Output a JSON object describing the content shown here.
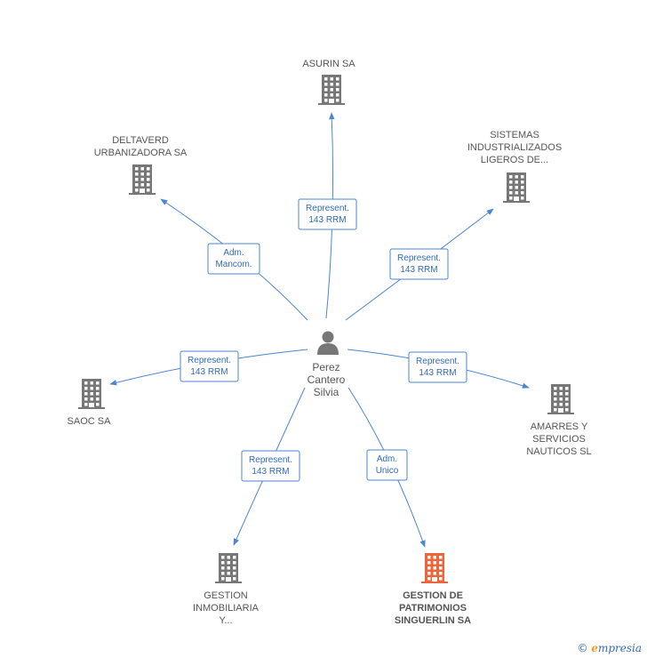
{
  "center": {
    "label_lines": [
      "Perez",
      "Cantero",
      "Silvia"
    ],
    "icon": "person-icon"
  },
  "companies": [
    {
      "id": "asurin",
      "label_lines": [
        "ASURIN SA"
      ],
      "highlight": false,
      "icon": "building-icon"
    },
    {
      "id": "deltaverd",
      "label_lines": [
        "DELTAVERD",
        "URBANIZADORA SA"
      ],
      "highlight": false,
      "icon": "building-icon"
    },
    {
      "id": "sistemas",
      "label_lines": [
        "SISTEMAS",
        "INDUSTRIALIZADOS",
        "LIGEROS DE..."
      ],
      "highlight": false,
      "icon": "building-icon"
    },
    {
      "id": "saoc",
      "label_lines": [
        "SAOC SA"
      ],
      "highlight": false,
      "icon": "building-icon"
    },
    {
      "id": "amarres",
      "label_lines": [
        "AMARRES Y",
        "SERVICIOS",
        "NAUTICOS SL"
      ],
      "highlight": false,
      "icon": "building-icon"
    },
    {
      "id": "gestion-inmobiliaria",
      "label_lines": [
        "GESTION",
        "INMOBILIARIA",
        "Y..."
      ],
      "highlight": false,
      "icon": "building-icon"
    },
    {
      "id": "gestion-patrimonios",
      "label_lines": [
        "GESTION DE",
        "PATRIMONIOS",
        "SINGUERLIN SA"
      ],
      "highlight": true,
      "icon": "building-icon"
    }
  ],
  "relations": [
    {
      "target": "asurin",
      "label_lines": [
        "Represent.",
        "143 RRM"
      ]
    },
    {
      "target": "deltaverd",
      "label_lines": [
        "Adm.",
        "Mancom."
      ]
    },
    {
      "target": "sistemas",
      "label_lines": [
        "Represent.",
        "143 RRM"
      ]
    },
    {
      "target": "saoc",
      "label_lines": [
        "Represent.",
        "143 RRM"
      ]
    },
    {
      "target": "amarres",
      "label_lines": [
        "Represent.",
        "143 RRM"
      ]
    },
    {
      "target": "gestion-inmobiliaria",
      "label_lines": [
        "Represent.",
        "143 RRM"
      ]
    },
    {
      "target": "gestion-patrimonios",
      "label_lines": [
        "Adm.",
        "Unico"
      ]
    }
  ],
  "colors": {
    "edge": "#4a86d4",
    "building": "#777777",
    "building_highlight": "#f0643a",
    "person": "#777777"
  },
  "footer": {
    "copyright": "©",
    "brand_initial": "e",
    "brand_rest": "mpresia"
  }
}
